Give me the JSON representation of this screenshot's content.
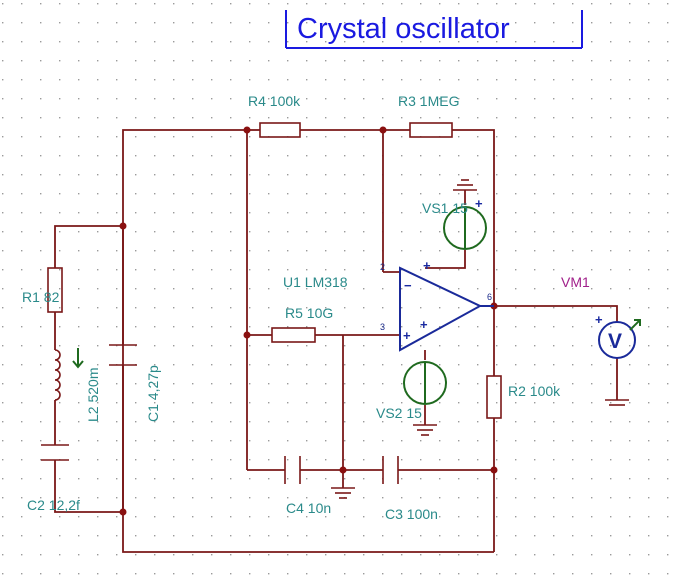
{
  "title": "Crystal oscillator",
  "labels": {
    "r4": "R4 100k",
    "r3": "R3 1MEG",
    "vs1": "VS1 15",
    "u1": "U1 LM318",
    "r5": "R5 10G",
    "vm1": "VM1",
    "r1": "R1 82",
    "l2": "L2 520m",
    "c1": "C1 4,27p",
    "r2": "R2 100k",
    "vs2": "VS2 15",
    "c2": "C2 12,2f",
    "c4": "C4 10n",
    "c3": "C3 100n"
  },
  "pins": {
    "pin2": "2",
    "pin3": "3",
    "pin6": "6",
    "minus": "−",
    "plus": "+"
  },
  "meter_symbol": "V",
  "colors": {
    "wire": "#7a1818",
    "component": "#1a2a9a",
    "source": "#1f6a1f",
    "label": "#2a8a8a",
    "meter_label": "#a0208a",
    "title": "#1a1ae0"
  }
}
